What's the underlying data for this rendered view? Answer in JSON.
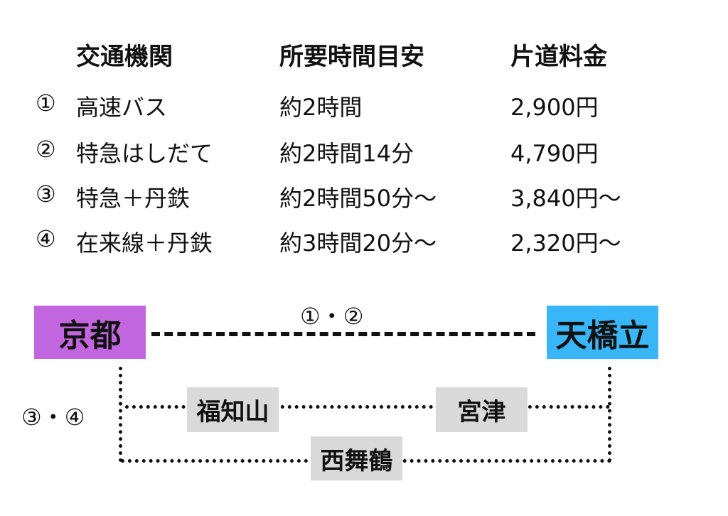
{
  "table": {
    "headers": [
      "交通機関",
      "所要時間目安",
      "片道料金"
    ],
    "rows": [
      {
        "num": "①",
        "mode": "高速バス",
        "time": "約2時間",
        "fare": "2,900円"
      },
      {
        "num": "②",
        "mode": "特急はしだて",
        "time": "約2時間14分",
        "fare": "4,790円"
      },
      {
        "num": "③",
        "mode": "特急＋丹鉄",
        "time": "約2時間50分～",
        "fare": "3,840円～"
      },
      {
        "num": "④",
        "mode": "在来線＋丹鉄",
        "time": "約3時間20分～",
        "fare": "2,320円～"
      }
    ]
  },
  "diagram": {
    "origin": "京都",
    "destination": "天橋立",
    "direct_label": "①・②",
    "local_label": "③・④",
    "via_top": [
      "福知山",
      "宮津"
    ],
    "via_bottom": "西舞鶴",
    "colors": {
      "origin": "#c266e0",
      "destination": "#38b6f7",
      "station": "#d9d9d9"
    }
  }
}
